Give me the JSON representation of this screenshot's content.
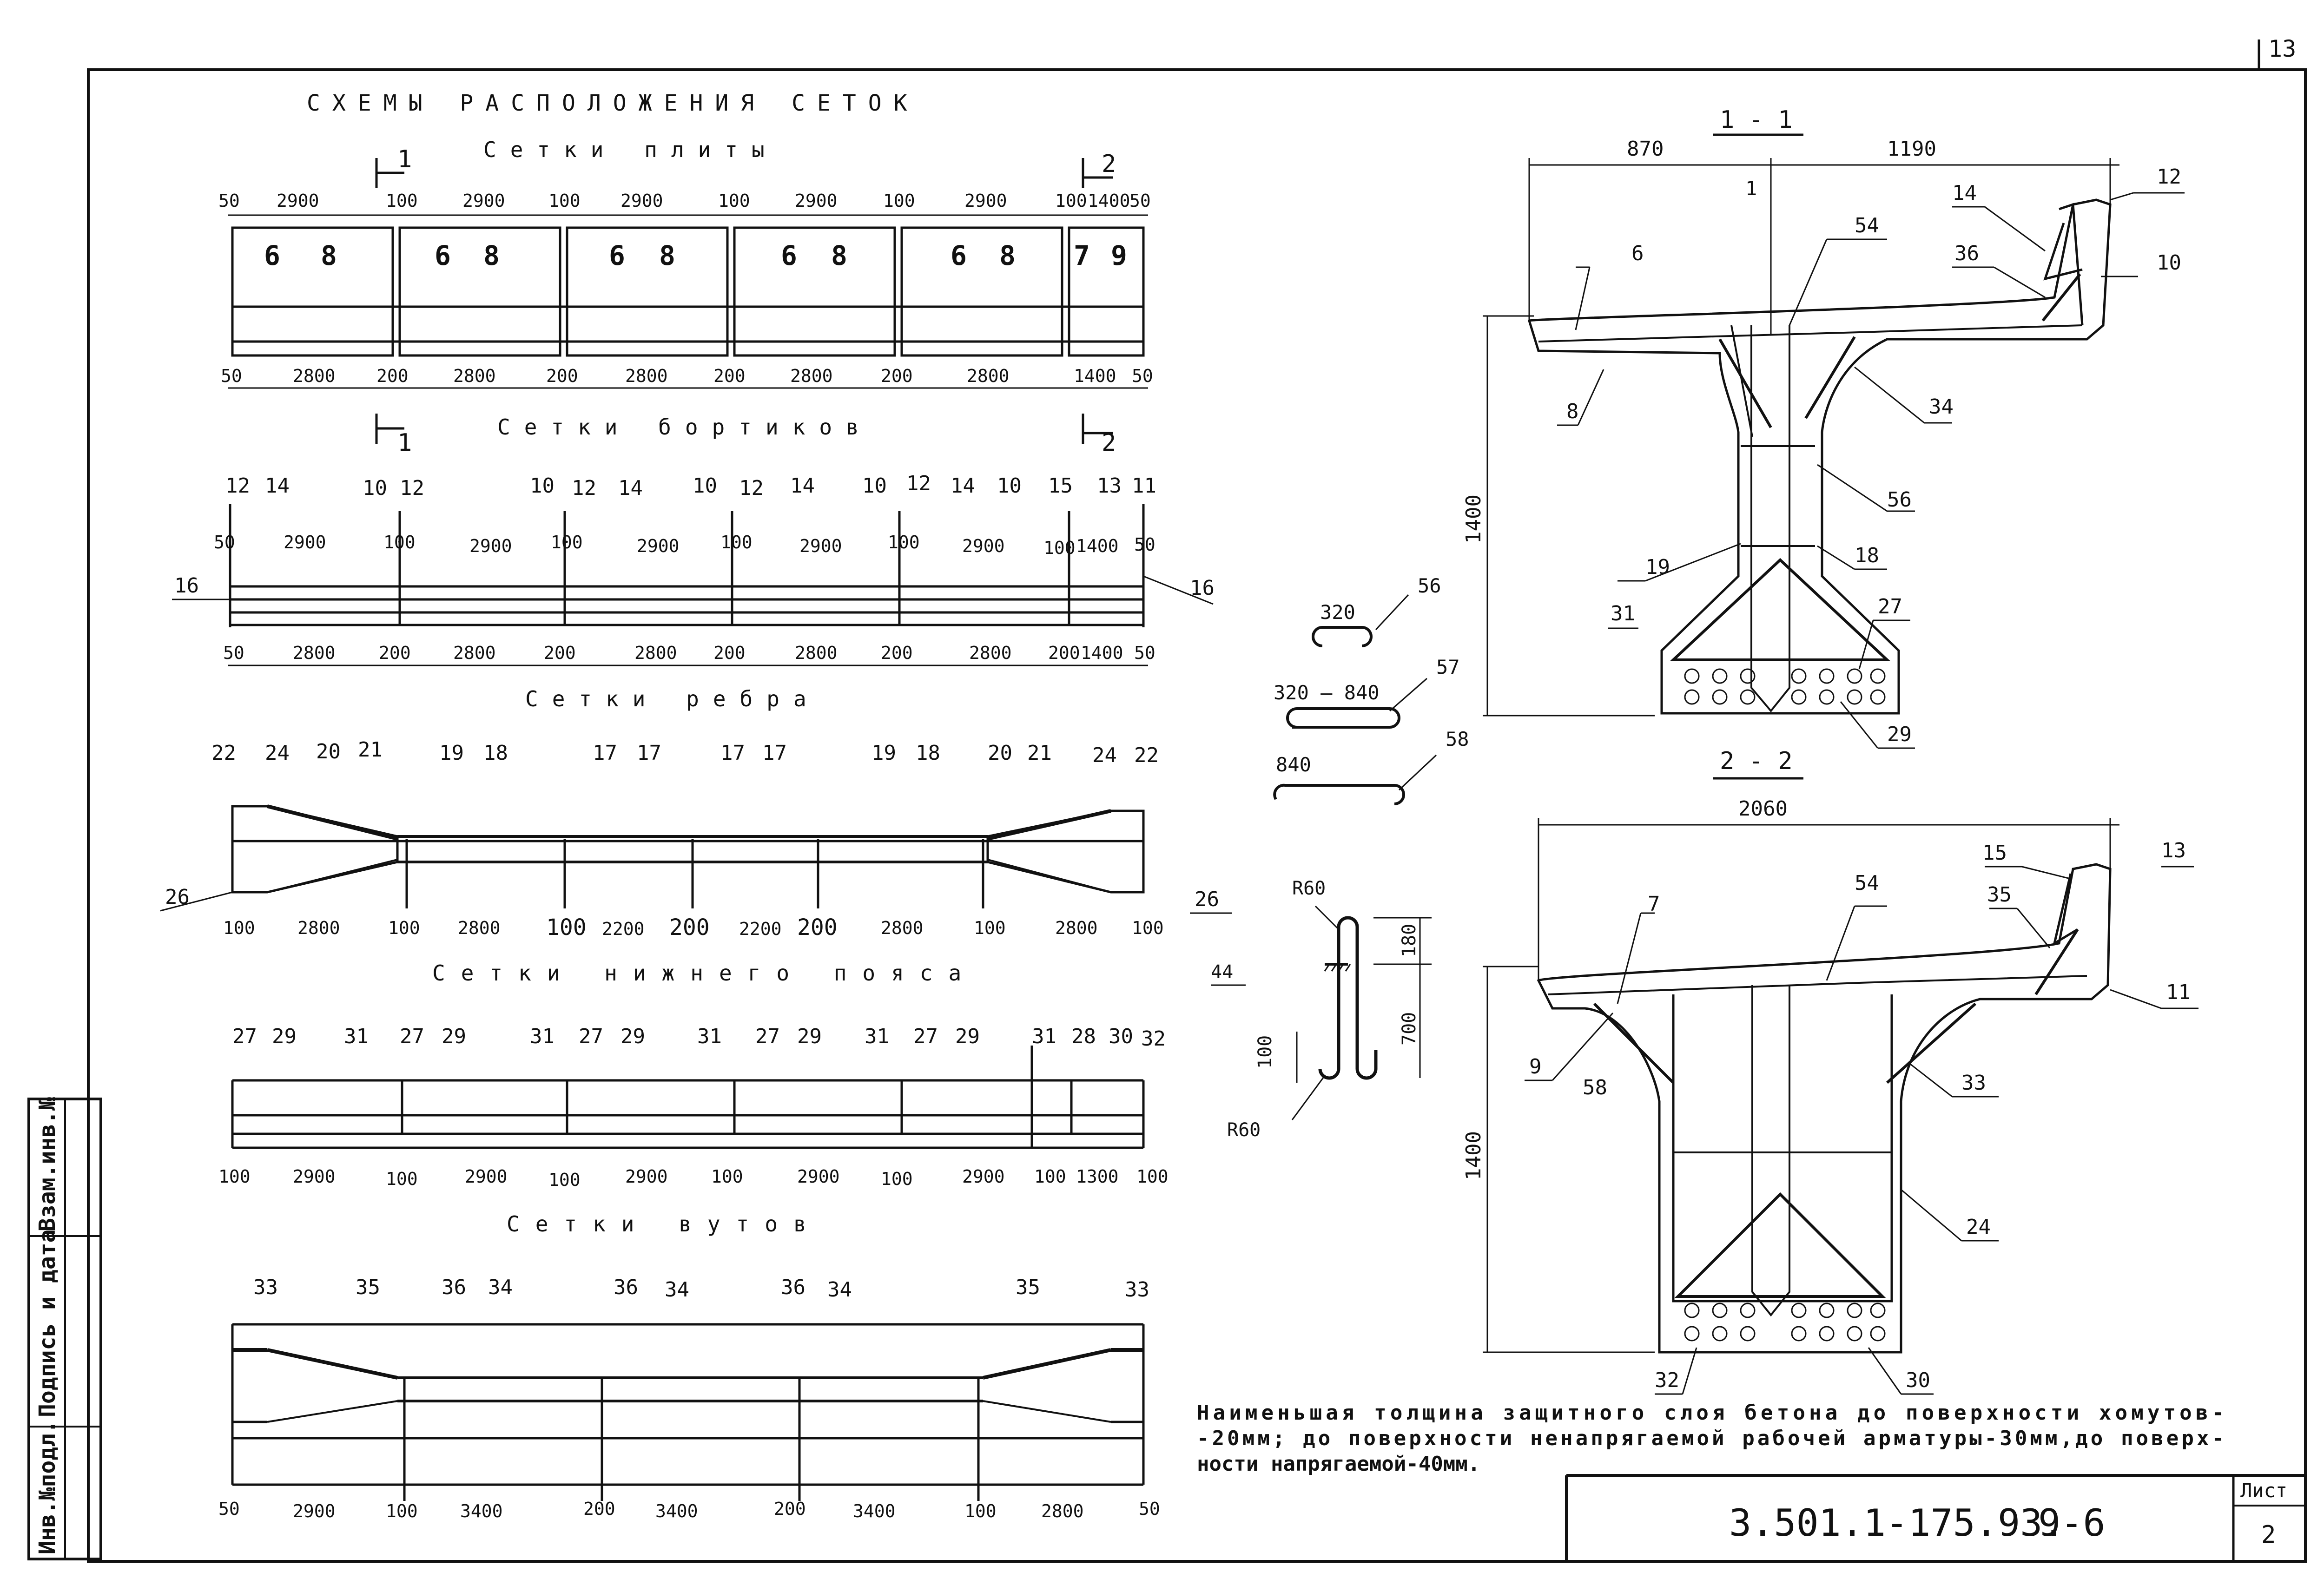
{
  "sheet_number_corner": "13",
  "title": "СХЕМЫ РАСПОЛОЖЕНИЯ СЕТОК",
  "cut_labels": {
    "c1": "1",
    "c2": "2"
  },
  "strips": [
    {
      "id": "plita",
      "title": "Сетки плиты",
      "top_dims": [
        "50",
        "2900",
        "100",
        "2900",
        "100",
        "2900",
        "100",
        "2900",
        "100",
        "2900",
        "100",
        "1400",
        "50"
      ],
      "bottom_dims": [
        "50",
        "2800",
        "200",
        "2800",
        "200",
        "2800",
        "200",
        "2800",
        "200",
        "2800",
        "1400",
        "50"
      ],
      "marks": [
        "6",
        "8",
        "6",
        "8",
        "6",
        "8",
        "6",
        "8",
        "6",
        "8",
        "7",
        "9"
      ]
    },
    {
      "id": "bortiki",
      "title": "Сетки бортиков",
      "top_dims": [
        "50",
        "2900",
        "100",
        "2900",
        "100",
        "2900",
        "100",
        "2900",
        "100",
        "2900",
        "100",
        "1400",
        "50"
      ],
      "bottom_dims": [
        "50",
        "2800",
        "200",
        "2800",
        "200",
        "2800",
        "200",
        "2800",
        "200",
        "2800",
        "200",
        "1400",
        "50"
      ],
      "marks": [
        "12",
        "14",
        "10",
        "12",
        "10",
        "12",
        "14",
        "10",
        "12",
        "14",
        "10",
        "12",
        "14",
        "10",
        "15",
        "13",
        "11"
      ],
      "side_marks": [
        "16",
        "16"
      ]
    },
    {
      "id": "rebra",
      "title": "Сетки ребра",
      "bottom_dims": [
        "100",
        "2800",
        "100",
        "2800",
        "100",
        "2200",
        "200",
        "2200",
        "200",
        "2800",
        "100",
        "2800",
        "100"
      ],
      "marks": [
        "22",
        "24",
        "20",
        "21",
        "19",
        "18",
        "17",
        "17",
        "17",
        "17",
        "19",
        "18",
        "20",
        "21",
        "24",
        "22"
      ],
      "side_marks": [
        "26",
        "26"
      ]
    },
    {
      "id": "poyas",
      "title": "Сетки нижнего пояса",
      "bottom_dims": [
        "100",
        "2900",
        "100",
        "2900",
        "100",
        "2900",
        "100",
        "2900",
        "100",
        "2900",
        "100",
        "1300",
        "100"
      ],
      "marks": [
        "27",
        "29",
        "31",
        "27",
        "29",
        "31",
        "27",
        "29",
        "31",
        "27",
        "29",
        "31",
        "27",
        "29",
        "31",
        "28",
        "30",
        "32"
      ]
    },
    {
      "id": "vuty",
      "title": "Сетки вутов",
      "bottom_dims": [
        "50",
        "2900",
        "100",
        "3400",
        "200",
        "3400",
        "200",
        "3400",
        "100",
        "2800",
        "50"
      ],
      "marks": [
        "33",
        "35",
        "36",
        "34",
        "36",
        "34",
        "36",
        "34",
        "35",
        "33"
      ]
    }
  ],
  "bars": [
    {
      "mark": "56",
      "dim": "320"
    },
    {
      "mark": "57",
      "dim": "320 – 840"
    },
    {
      "mark": "58",
      "dim": "840"
    }
  ],
  "hook": {
    "mark": "44",
    "r_top": "R60",
    "r_bottom": "R60",
    "dims": [
      "180",
      "700",
      "100"
    ]
  },
  "section1": {
    "title": "1 - 1",
    "dims": [
      "870",
      "1190",
      "1400"
    ],
    "marks": [
      "1",
      "54",
      "14",
      "12",
      "36",
      "10",
      "6",
      "8",
      "34",
      "56",
      "19",
      "18",
      "31",
      "27",
      "29"
    ]
  },
  "section2": {
    "title": "2 - 2",
    "dims": [
      "2060",
      "1400"
    ],
    "marks": [
      "13",
      "15",
      "35",
      "54",
      "7",
      "11",
      "9",
      "58",
      "33",
      "24",
      "32",
      "30"
    ]
  },
  "note": [
    "Наименьшая толщина защитного слоя бетона до поверхности хомутов-",
    "-20мм; до поверхности ненапрягаемой рабочей арматуры-30мм,до поверх-",
    "ности напрягаемой-40мм."
  ],
  "stamp": {
    "code": "3.501.1-175.93.",
    "part": "9-6",
    "list_label": "Лист",
    "list_no": "2"
  },
  "side_stamp": [
    "Инв.№подл.",
    "Подпись и дата",
    "Взам.инв.№"
  ]
}
